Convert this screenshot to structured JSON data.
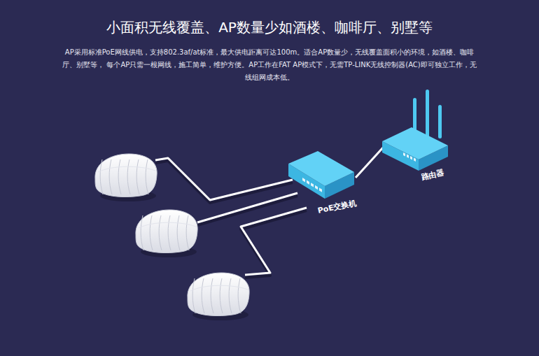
{
  "diagram": {
    "title": "小面积无线覆盖、AP数量少如酒楼、咖啡厅、别墅等",
    "caption": "AP采用标准PoE网线供电，支持802.3af/at标准，最大供电距离可达100m。适合AP数量少，无线覆盖面积小的环境，如酒楼、咖啡厅、别墅等， 每个AP只需一根网线，施工简单，维护方便。AP工作在FAT AP模式下，无需TP-LINK无线控制器(AC)即可独立工作，无线组网成本低。",
    "nodes": [
      {
        "text": [
          "PoE交换机"
        ]
      },
      {
        "text": [
          "路由器"
        ]
      }
    ],
    "edges": [
      {
        "from": 0,
        "to": 1,
        "arrow": "none"
      }
    ]
  }
}
